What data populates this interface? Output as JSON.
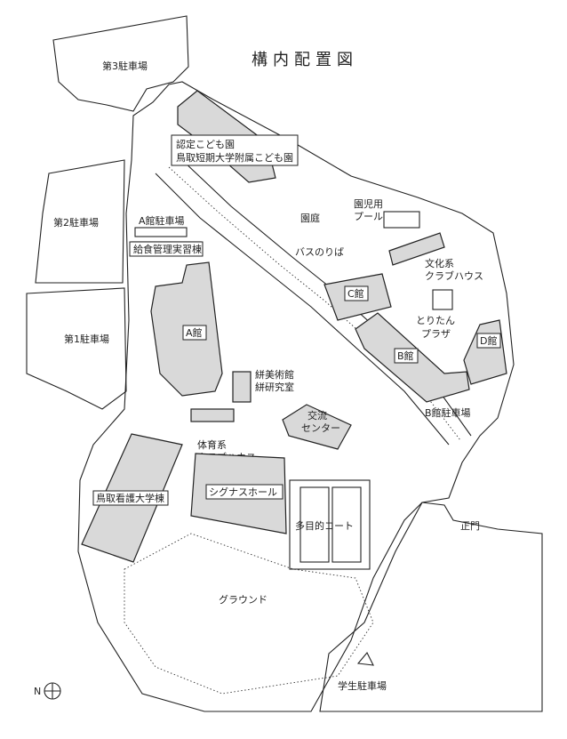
{
  "title": "構内配置図",
  "labels": {
    "parking3": "第3駐車場",
    "parking2": "第2駐車場",
    "parking1": "第1駐車場",
    "kodomoen_1": "認定こども園",
    "kodomoen_2": "鳥取短期大学附属こども園",
    "teien": "園庭",
    "pool_1": "園児用",
    "pool_2": "プール",
    "a_parking": "A館駐車場",
    "kyushoku": "給食管理実習棟",
    "bus": "バスのりば",
    "bunka_1": "文化系",
    "bunka_2": "クラブハウス",
    "c_kan": "C館",
    "a_kan": "A館",
    "toritan_1": "とりたん",
    "toritan_2": "プラザ",
    "d_kan": "D館",
    "kinen_1": "絣美術館",
    "kinen_2": "絣研究室",
    "b_kan": "B館",
    "b_parking": "B館駐車場",
    "koryu_1": "交流",
    "koryu_2": "センター",
    "taiiku_1": "体育系",
    "taiiku_2": "クラブハウス",
    "kango": "鳥取看護大学棟",
    "cygnus": "シグナスホール",
    "court": "多目的コート",
    "seimon": "正門",
    "ground": "グラウンド",
    "student_parking": "学生駐車場",
    "north": "N"
  }
}
